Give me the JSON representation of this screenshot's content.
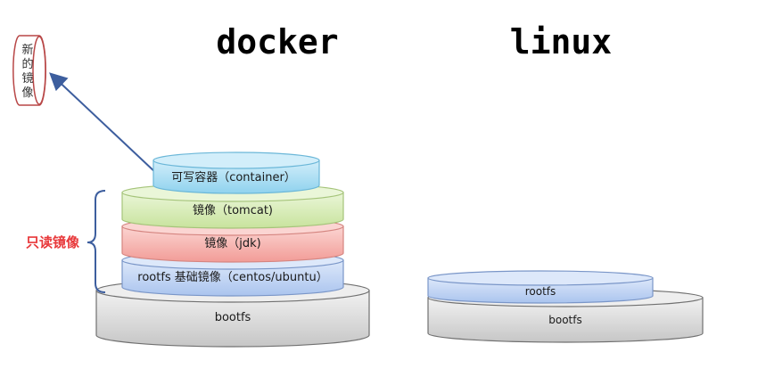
{
  "titles": {
    "docker": "docker",
    "linux": "linux"
  },
  "new_image": {
    "chars": [
      "新",
      "的",
      "镜",
      "像"
    ]
  },
  "readonly_label": "只读镜像",
  "docker_stack": {
    "container": "可写容器（container）",
    "tomcat": "镜像（tomcat)",
    "jdk": "镜像（jdk)",
    "rootfs_base": "rootfs 基础镜像（centos/ubuntu）",
    "bootfs": "bootfs"
  },
  "linux_stack": {
    "rootfs": "rootfs",
    "bootfs": "bootfs"
  },
  "colors": {
    "container_fill": "#a8ddf2",
    "tomcat_fill": "#d6ecb3",
    "jdk_fill": "#f7b8b4",
    "rootfs_fill": "#c3d7f5",
    "bootfs_fill": "#d9d9d9",
    "arrow": "#3d5e9e",
    "brace": "#3d5e9e",
    "readonly_text": "#e8383a",
    "new_image_border": "#b84747"
  }
}
